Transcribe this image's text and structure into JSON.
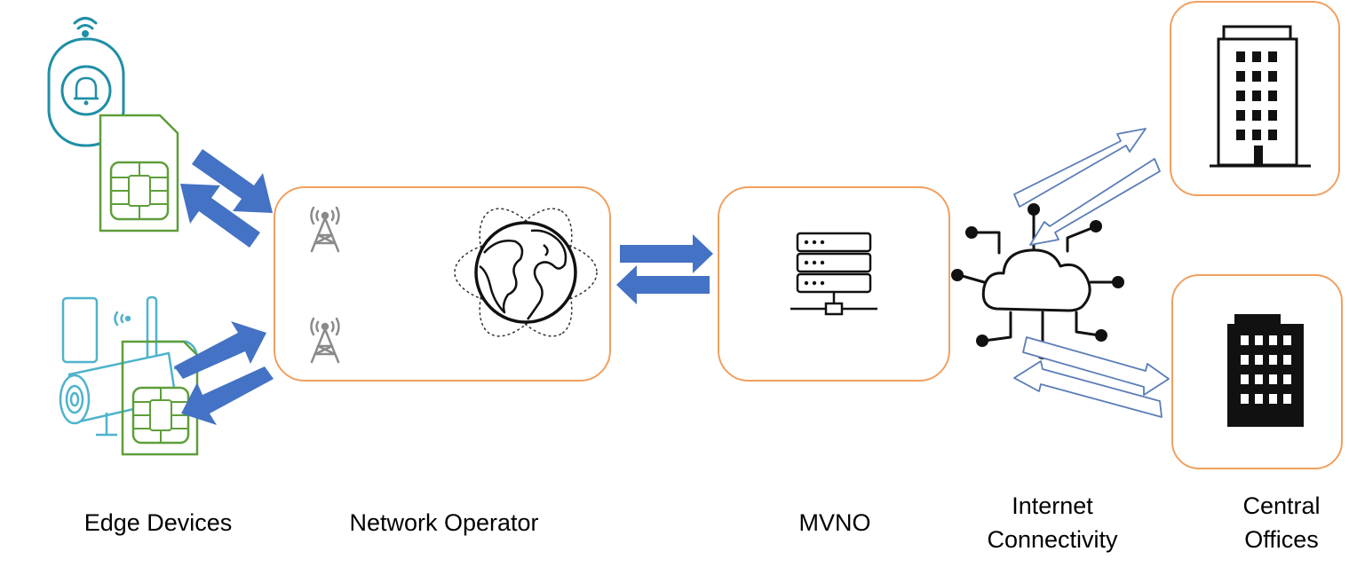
{
  "labels": {
    "edge_devices": "Edge Devices",
    "network_operator": "Network Operator",
    "mvno": "MVNO",
    "internet_line1": "Internet",
    "internet_line2": "Connectivity",
    "central_line1": "Central",
    "central_line2": "Offices"
  },
  "colors": {
    "box_border": "#F0A060",
    "arrow_blue": "#4472C4",
    "arrow_outline": "#5A7DB8",
    "device_teal": "#1F8FA6",
    "device_light_teal": "#4FB3CC",
    "sim_green": "#5E9E3A",
    "icon_gray": "#8A8A8A",
    "icon_black": "#111111"
  },
  "icons": [
    "wifi-icon",
    "doorbell-icon",
    "sim-card-icon",
    "phone-icon",
    "security-camera-icon",
    "cell-tower-icon",
    "globe-icon",
    "server-icon",
    "cloud-network-icon",
    "office-building-icon"
  ]
}
